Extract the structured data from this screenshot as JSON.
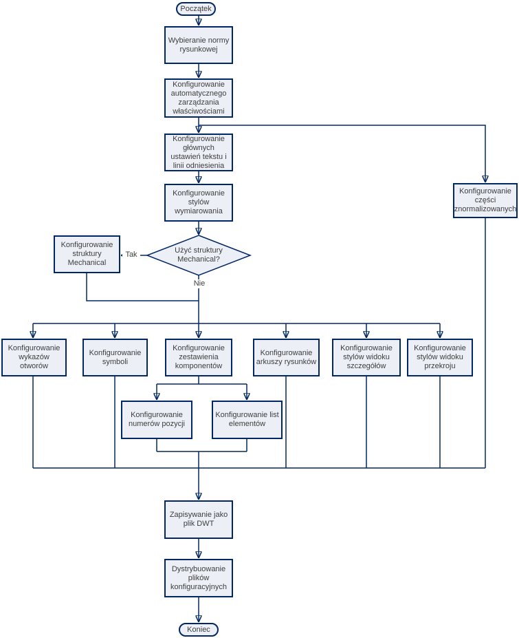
{
  "colors": {
    "line": "#002664",
    "node_fill": "#edeff7",
    "node_border": "#002664",
    "text": "#3d3d3d",
    "background": "#ffffff"
  },
  "nodes": {
    "start": {
      "label": "Początek",
      "type": "terminator"
    },
    "select_norm": {
      "label": "Wybieranie normy rysunkowej",
      "type": "process"
    },
    "auto_props": {
      "label": "Konfigurowanie automatycznego zarządzania właściwościami",
      "type": "process"
    },
    "text_leader": {
      "label": "Konfigurowanie głównych ustawień tekstu i linii odniesienia",
      "type": "process"
    },
    "dim_styles": {
      "label": "Konfigurowanie stylów wymiarowania",
      "type": "process"
    },
    "decision_mech": {
      "label": "Użyć struktury Mechanical?",
      "type": "decision"
    },
    "mech_structure": {
      "label": "Konfigurowanie struktury Mechanical",
      "type": "process"
    },
    "std_parts": {
      "label": "Konfigurowanie części znormalizowanych",
      "type": "process"
    },
    "hole_charts": {
      "label": "Konfigurowanie wykazów otworów",
      "type": "process"
    },
    "symbols": {
      "label": "Konfigurowanie symboli",
      "type": "process"
    },
    "component_lists": {
      "label": "Konfigurowanie zestawienia komponentów",
      "type": "process"
    },
    "drawing_sheets": {
      "label": "Konfigurowanie arkuszy rysunków",
      "type": "process"
    },
    "detail_view_styles": {
      "label": "Konfigurowanie stylów widoku szczegółów",
      "type": "process"
    },
    "section_view_styles": {
      "label": "Konfigurowanie stylów widoku przekroju",
      "type": "process"
    },
    "balloon_numbers": {
      "label": "Konfigurowanie numerów pozycji",
      "type": "process"
    },
    "parts_lists": {
      "label": "Konfigurowanie list elementów",
      "type": "process"
    },
    "save_dwt": {
      "label": "Zapisywanie jako plik DWT",
      "type": "process"
    },
    "distribute_files": {
      "label": "Dystrybuowanie plików konfiguracyjnych",
      "type": "process"
    },
    "end": {
      "label": "Koniec",
      "type": "terminator"
    }
  },
  "edge_labels": {
    "yes": "Tak",
    "no": "Nie"
  }
}
